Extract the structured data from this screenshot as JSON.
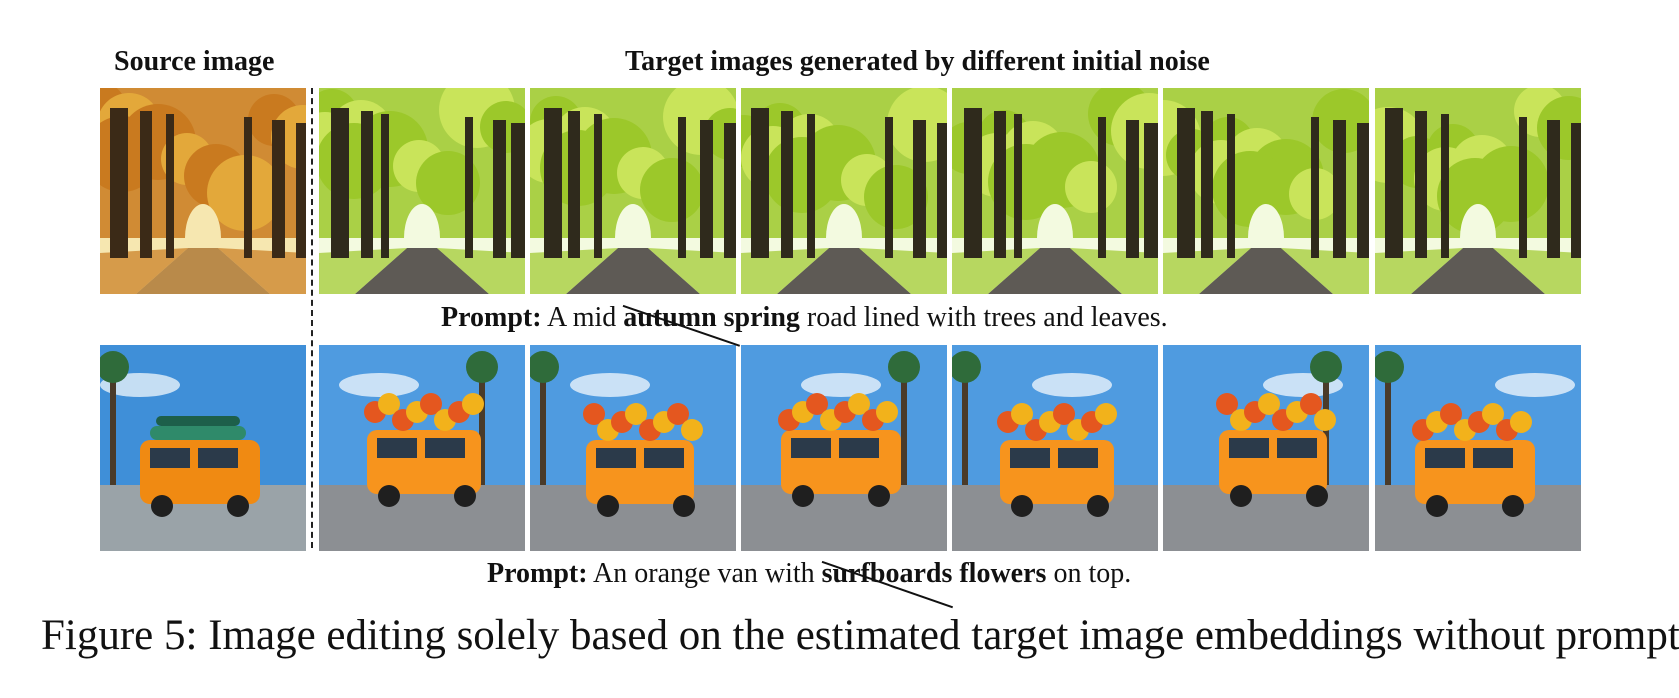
{
  "headers": {
    "source": "Source image",
    "target": "Target images generated by different initial noise"
  },
  "rows": [
    {
      "scene": "tree-road",
      "prompt": {
        "label": "Prompt:",
        "before": "A mid",
        "struck": "autumn",
        "replacement": "spring",
        "after": "road lined with trees and leaves."
      },
      "source_palette": {
        "canopy": "#c97a1f",
        "canopy2": "#e3a83a",
        "trunk": "#3b2a17",
        "ground": "#b98a4a",
        "sky": "#f6e7b0"
      },
      "target_palette": {
        "canopy": "#9cc82a",
        "canopy2": "#c9e45a",
        "trunk": "#2f2a1c",
        "ground": "#5e5a55",
        "sky": "#f3fae0"
      },
      "target_count": 6
    },
    {
      "scene": "van",
      "prompt": {
        "label": "Prompt:",
        "before": "An orange van with",
        "struck": "surfboards",
        "replacement": "flowers",
        "after": "on top."
      },
      "source_palette": {
        "sky": "#3f8fd8",
        "body": "#f08a12",
        "roof": "#2f8a6a",
        "ground": "#9aa3a8"
      },
      "target_palette": {
        "sky": "#4f9be0",
        "body": "#f7941d",
        "roof": "#f2b21b",
        "ground": "#8c8f93",
        "flower": "#e4571f"
      },
      "target_count": 6
    }
  ],
  "caption": "Figure 5: Image editing solely based on the estimated target image embeddings without prompt."
}
